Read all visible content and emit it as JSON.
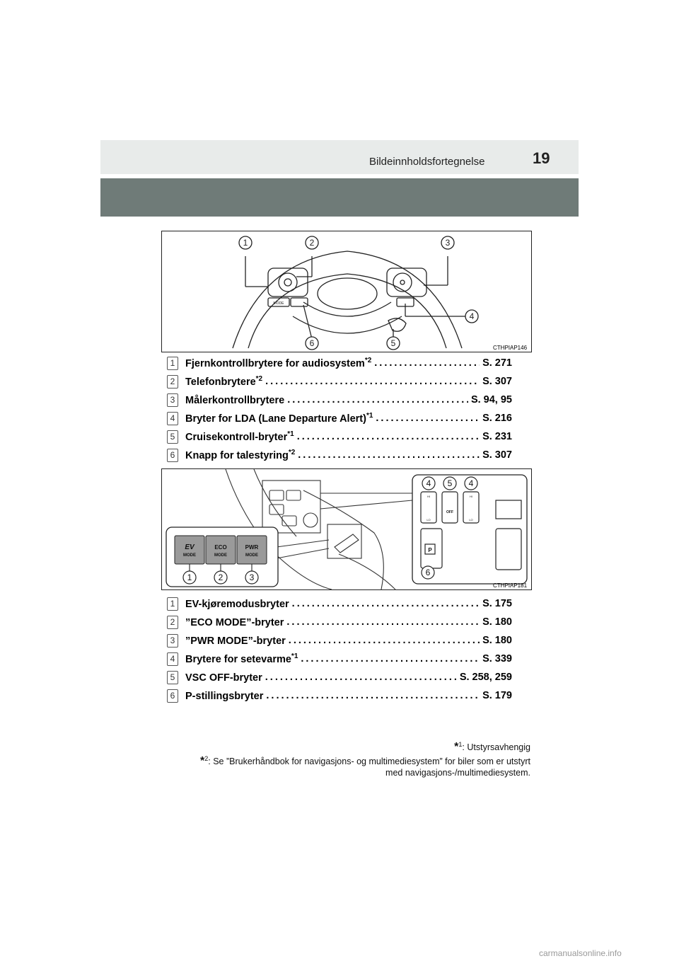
{
  "header": {
    "title": "Bildeinnholdsfortegnelse",
    "page_number": "19"
  },
  "figure1": {
    "code": "CTHPIAP146",
    "callouts": [
      "1",
      "2",
      "3",
      "4",
      "5",
      "6"
    ],
    "mode_label": "MODE"
  },
  "figure2": {
    "code": "CTHPIAP181",
    "callouts": [
      "1",
      "2",
      "3",
      "4",
      "5",
      "4",
      "6"
    ],
    "buttons": [
      {
        "top": "EV",
        "bottom": "MODE"
      },
      {
        "top": "ECO",
        "bottom": "MODE"
      },
      {
        "top": "PWR",
        "bottom": "MODE"
      }
    ],
    "vsc_label": "OFF",
    "park_label": "P",
    "hi_label": "HI",
    "lo_label": "LO"
  },
  "list1": [
    {
      "num": "1",
      "label": "Fjernkontrollbrytere for audiosystem",
      "sup": "*2",
      "page": "S. 271"
    },
    {
      "num": "2",
      "label": "Telefonbrytere",
      "sup": "*2",
      "page": "S. 307"
    },
    {
      "num": "3",
      "label": "Målerkontrollbrytere",
      "sup": "",
      "page": "S. 94, 95"
    },
    {
      "num": "4",
      "label": "Bryter for LDA (Lane Departure Alert)",
      "sup": "*1",
      "page": "S. 216"
    },
    {
      "num": "5",
      "label": "Cruisekontroll-bryter",
      "sup": "*1",
      "page": "S. 231"
    },
    {
      "num": "6",
      "label": "Knapp for talestyring",
      "sup": "*2",
      "page": "S. 307"
    }
  ],
  "list2": [
    {
      "num": "1",
      "label": "EV-kjøremodusbryter",
      "sup": "",
      "page": "S. 175"
    },
    {
      "num": "2",
      "label": "”ECO MODE”-bryter",
      "sup": "",
      "page": "S. 180"
    },
    {
      "num": "3",
      "label": "”PWR MODE”-bryter",
      "sup": "",
      "page": "S. 180"
    },
    {
      "num": "4",
      "label": "Brytere for setevarme",
      "sup": "*1",
      "page": "S. 339"
    },
    {
      "num": "5",
      "label": "VSC OFF-bryter",
      "sup": "",
      "page": "S. 258, 259"
    },
    {
      "num": "6",
      "label": "P-stillingsbryter",
      "sup": "",
      "page": "S. 179"
    }
  ],
  "footnotes": {
    "note1_mark": "*",
    "note1_sup": "1",
    "note1_text": ": Utstyrsavhengig",
    "note2_mark": "*",
    "note2_sup": "2",
    "note2_text": ": Se ”Brukerhåndbok for navigasjons- og multimediesystem” for biler som er utstyrt",
    "note2_text_cont": "med navigasjons-/multimediesystem."
  },
  "watermark": "carmanualsonline.info"
}
